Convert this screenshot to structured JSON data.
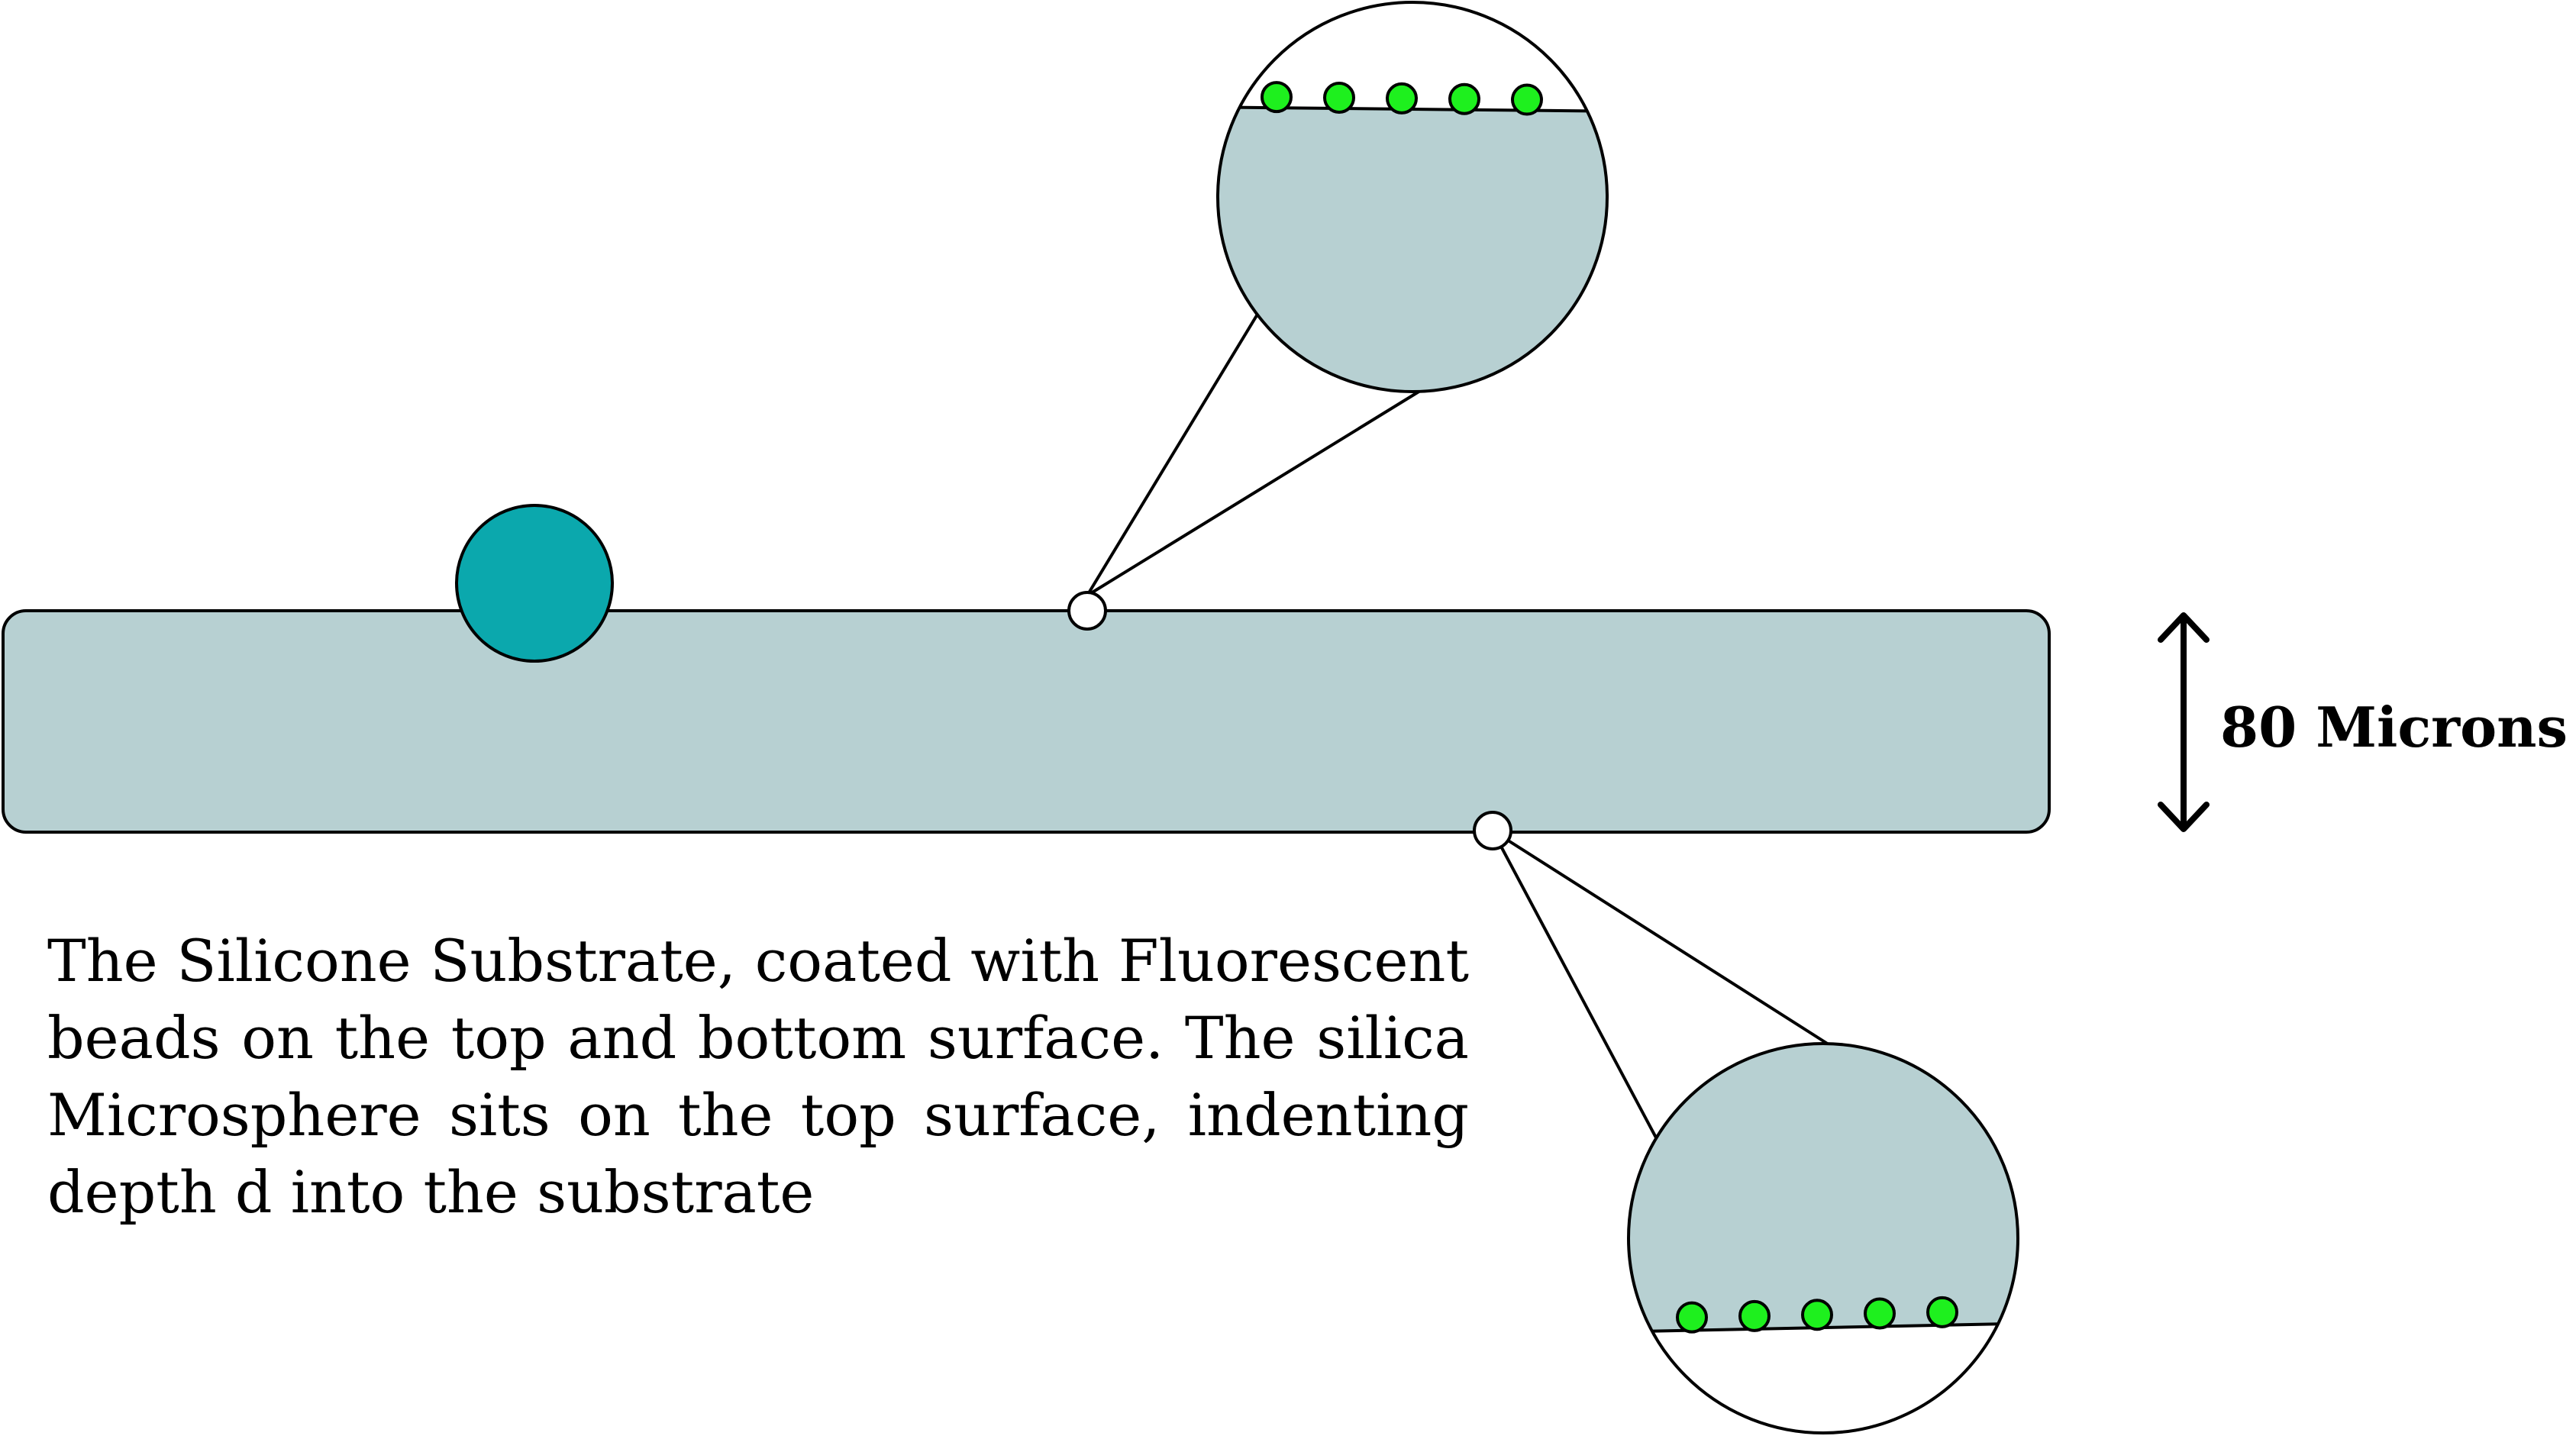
{
  "thickness_label": "80 Microns",
  "caption": "The Silicone Substrate, coated with Fluorescent beads on the top and bottom surface. The silica Microsphere sits on the top surface, indenting depth d into the substrate",
  "colors": {
    "substrate": "#b7d0d2",
    "microsphere": "#0ba8ad",
    "bead": "#1ef01e",
    "outline": "#000000",
    "background": "#ffffff"
  },
  "bead_counts": {
    "top_inset": 5,
    "bottom_inset": 5
  }
}
